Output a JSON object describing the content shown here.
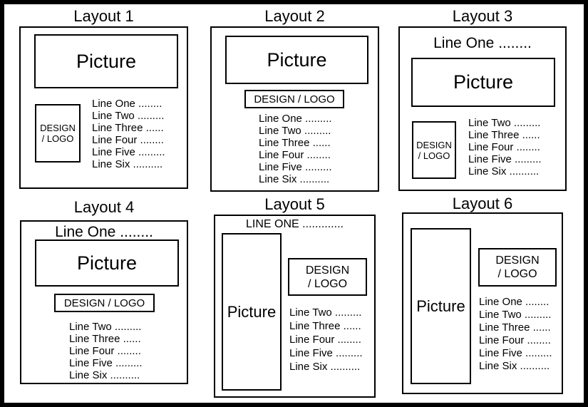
{
  "colors": {
    "background": "#ffffff",
    "border": "#000000",
    "text": "#000000"
  },
  "layout1": {
    "title": "Layout 1",
    "picture": "Picture",
    "logo": [
      "DESIGN",
      "/ LOGO"
    ],
    "lines": [
      "Line One ........",
      "Line Two .........",
      "Line Three ......",
      "Line Four ........",
      "Line Five .........",
      "Line Six .........."
    ]
  },
  "layout2": {
    "title": "Layout 2",
    "picture": "Picture",
    "logo": "DESIGN / LOGO",
    "lines": [
      "Line One .........",
      "Line Two .........",
      "Line Three ......",
      "Line Four ........",
      "Line Five .........",
      "Line Six .........."
    ]
  },
  "layout3": {
    "title": "Layout 3",
    "heading": "Line One ........",
    "picture": "Picture",
    "logo": [
      "DESIGN",
      "/ LOGO"
    ],
    "lines": [
      "Line Two .........",
      "Line Three ......",
      "Line Four ........",
      "Line Five .........",
      "Line Six .........."
    ]
  },
  "layout4": {
    "title": "Layout 4",
    "heading": "Line One ........",
    "picture": "Picture",
    "logo": "DESIGN / LOGO",
    "lines": [
      "Line Two .........",
      "Line Three ......",
      "Line Four ........",
      "Line Five .........",
      "Line Six .........."
    ]
  },
  "layout5": {
    "title": "Layout 5",
    "heading": "LINE ONE .............",
    "picture": "Picture",
    "logo": [
      "DESIGN",
      "/ LOGO"
    ],
    "lines": [
      "Line Two .........",
      "Line Three ......",
      "Line Four ........",
      "Line Five .........",
      "Line Six .........."
    ]
  },
  "layout6": {
    "title": "Layout 6",
    "picture": "Picture",
    "logo": [
      "DESIGN",
      "/ LOGO"
    ],
    "lines": [
      "Line One ........",
      "Line Two .........",
      "Line Three ......",
      "Line Four ........",
      "Line Five .........",
      "Line Six .........."
    ]
  }
}
